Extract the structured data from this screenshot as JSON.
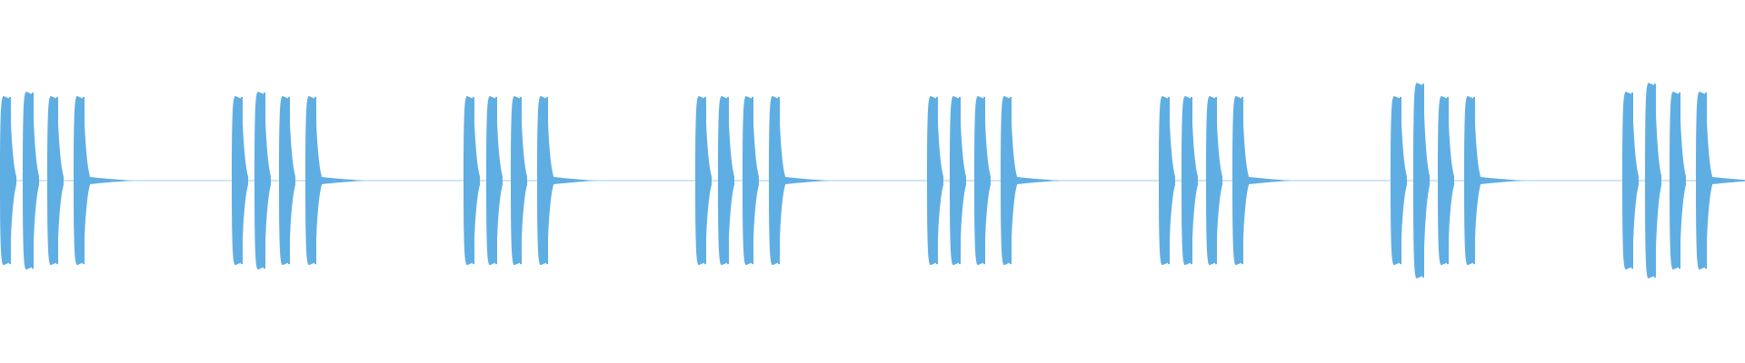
{
  "waveform": {
    "color": "#5faee3",
    "background": "#ffffff",
    "group_count": 8,
    "bursts_per_group": 4,
    "amplitude_levels": {
      "peak_fraction": 0.5,
      "tail_fraction": 0.02,
      "baseline_fraction": 0.005
    },
    "groups": [
      {
        "index": 1,
        "peak_scale": [
          0.95,
          1.0,
          0.95,
          0.95
        ]
      },
      {
        "index": 2,
        "peak_scale": [
          0.95,
          1.0,
          0.95,
          0.95
        ]
      },
      {
        "index": 3,
        "peak_scale": [
          0.95,
          0.95,
          0.95,
          0.95
        ]
      },
      {
        "index": 4,
        "peak_scale": [
          0.95,
          0.95,
          0.95,
          0.95
        ]
      },
      {
        "index": 5,
        "peak_scale": [
          0.95,
          0.95,
          0.95,
          0.95
        ]
      },
      {
        "index": 6,
        "peak_scale": [
          0.95,
          0.95,
          0.95,
          0.95
        ]
      },
      {
        "index": 7,
        "peak_scale": [
          0.95,
          1.1,
          0.95,
          0.95
        ]
      },
      {
        "index": 8,
        "peak_scale": [
          1.0,
          1.1,
          1.0,
          1.0
        ]
      }
    ]
  }
}
